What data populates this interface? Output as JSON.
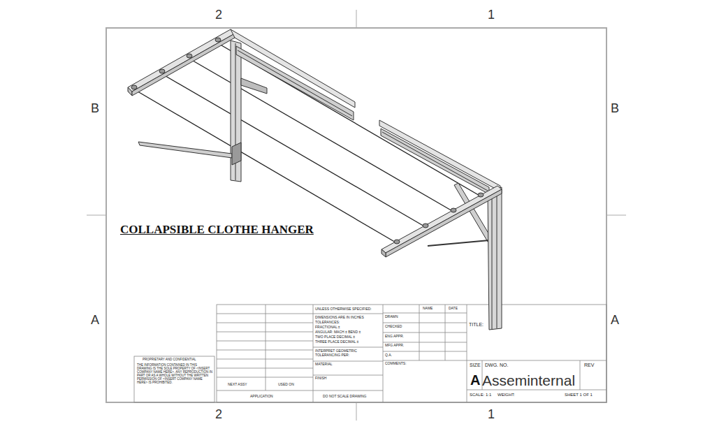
{
  "diagram": {
    "title": "COLLAPSIBLE CLOTHE HANGER",
    "labels": [
      "2",
      "1",
      "B",
      "B",
      "A",
      "A",
      "2",
      "1",
      "UNLESS OTHERWISE SPECIFIED:",
      "DIMENSIONS ARE IN INCHES",
      "TOLERANCES:",
      "FRACTIONAL ±",
      "ANGULAR: MACH ±   BEND ±",
      "TWO PLACE DECIMAL ±",
      "THREE PLACE DECIMAL ±",
      "INTERPRET GEOMETRIC TOLERANCING PER:",
      "MATERIAL",
      "FINISH",
      "NEXT ASSY",
      "USED ON",
      "APPLICATION",
      "DO NOT SCALE DRAWING",
      "NAME",
      "DATE",
      "DRAWN",
      "CHECKED",
      "ENG APPR.",
      "MFG APPR.",
      "Q.A.",
      "COMMENTS:",
      "TITLE:",
      "SIZE",
      "DWG.  NO.",
      "REV",
      "A",
      "Asseminternal",
      "SCALE: 1:1",
      "WEIGHT:",
      "SHEET 1 OF 1",
      "PROPRIETARY AND CONFIDENTIAL",
      "THE INFORMATION CONTAINED IN THIS DRAWING IS THE SOLE PROPERTY OF <INSERT COMPANY NAME HERE>. ANY REPRODUCTION IN PART OR AS A WHOLE WITHOUT THE WRITTEN PERMISSION OF <INSERT COMPANY NAME HERE> IS PROHIBITED."
    ]
  }
}
